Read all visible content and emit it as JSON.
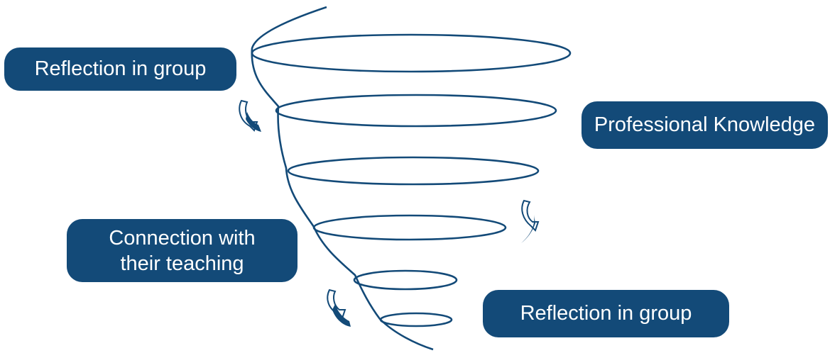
{
  "colors": {
    "brand": "#134a78",
    "label_text": "#ffffff",
    "background": "#ffffff"
  },
  "labels": {
    "top_left": "Reflection in group",
    "right": "Professional Knowledge",
    "middle_left_line1": "Connection with",
    "middle_left_line2": "their teaching",
    "bottom_right": "Reflection in group"
  },
  "icons": [
    "spiral-funnel",
    "curved-arrow-icon",
    "curved-arrow-icon",
    "curved-arrow-icon"
  ]
}
